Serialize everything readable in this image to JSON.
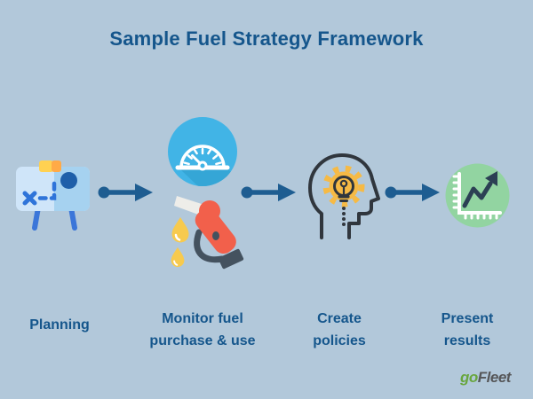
{
  "title": "Sample Fuel Strategy Framework",
  "steps": [
    {
      "name": "planning",
      "label_line1": "Planning",
      "label_line2": ""
    },
    {
      "name": "monitor-fuel",
      "label_line1": "Monitor fuel",
      "label_line2": "purchase & use"
    },
    {
      "name": "create-policies",
      "label_line1": "Create",
      "label_line2": "policies"
    },
    {
      "name": "present-results",
      "label_line1": "Present",
      "label_line2": "results"
    }
  ],
  "icons": {
    "step1": "planning-board-icon",
    "step2a": "gauge-icon",
    "step2b": "fuel-nozzle-icon",
    "step3": "idea-head-icon",
    "step4": "growth-chart-icon",
    "connector": "flow-arrow-icon"
  },
  "logo": {
    "text_go": "go",
    "text_fleet": "Fleet"
  },
  "colors": {
    "background": "#b2c8da",
    "heading_text": "#15568c",
    "flow_arrow": "#1e5d91",
    "gauge_circle_blue": "#41b4e6",
    "nozzle_red": "#f2604b",
    "drop_yellow": "#f7ca4e",
    "board_blue_light": "#cfe5f9",
    "board_blue_dark": "#a6d2f0",
    "sticky_yellow": "#ffd151",
    "sticky_orange": "#ffaa47",
    "gear_yellow": "#f6ba45",
    "chart_circle_green": "#92d4a1",
    "chart_arrow_navy": "#2c4054",
    "outline_dark": "#30363d",
    "logo_green": "#68a63e",
    "logo_gray": "#565759"
  }
}
